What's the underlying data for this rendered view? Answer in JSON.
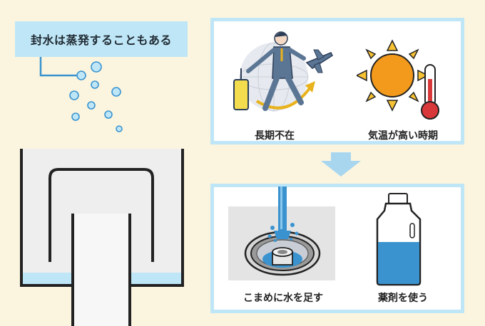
{
  "callout": {
    "text": "封水は蒸発することもある"
  },
  "causes_panel": {
    "items": [
      {
        "label": "長期不在",
        "icon": "traveling-businessman-icon"
      },
      {
        "label": "気温が高い時期",
        "icon": "sun-thermometer-icon"
      }
    ]
  },
  "solutions_panel": {
    "items": [
      {
        "label": "こまめに水を足す",
        "icon": "drain-water-pouring-icon"
      },
      {
        "label": "薬剤を使う",
        "icon": "chemical-bottle-icon"
      }
    ]
  },
  "colors": {
    "background": "#fbf5df",
    "panel_border": "#bfe6f6",
    "accent_blue": "#3a93cf",
    "water_light": "#bfe6f6",
    "sun_orange": "#f39a1c",
    "arrow_blue": "#a9d6ef"
  }
}
